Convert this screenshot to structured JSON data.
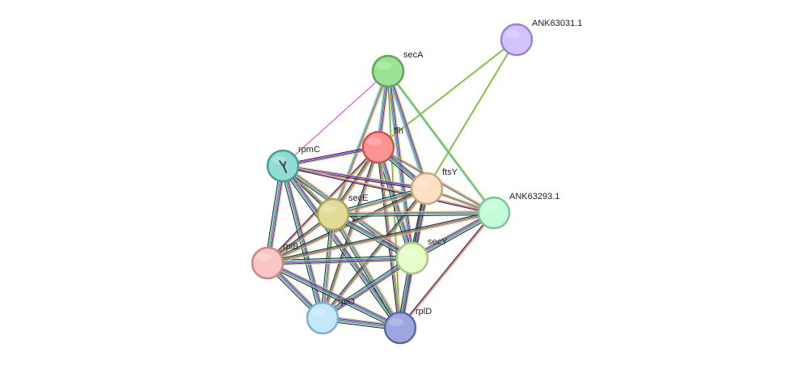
{
  "nodes": [
    {
      "id": "secA",
      "label": "secA",
      "fill": "#9be294",
      "stroke": "#5fa55a"
    },
    {
      "id": "ANK63031.1",
      "label": "ANK63031.1",
      "fill": "#d3c3fb",
      "stroke": "#9a86cf"
    },
    {
      "id": "ffh",
      "label": "ffh",
      "fill": "#fd9494",
      "stroke": "#c65656"
    },
    {
      "id": "rpmC",
      "label": "rpmC",
      "fill": "#8fdcd4",
      "stroke": "#4a9c94"
    },
    {
      "id": "ftsY",
      "label": "ftsY",
      "fill": "#fee0c4",
      "stroke": "#c8a884"
    },
    {
      "id": "secE",
      "label": "secE",
      "fill": "#e0dc97",
      "stroke": "#a8a45c"
    },
    {
      "id": "ANK63293.1",
      "label": "ANK63293.1",
      "fill": "#c2fdd8",
      "stroke": "#7fc49a"
    },
    {
      "id": "rplB",
      "label": "rplB",
      "fill": "#fac6c6",
      "stroke": "#c88888"
    },
    {
      "id": "secY",
      "label": "secY",
      "fill": "#e6fdc6",
      "stroke": "#a8c888"
    },
    {
      "id": "rplO",
      "label": "rplO",
      "fill": "#c3e8fb",
      "stroke": "#7fb0cf"
    },
    {
      "id": "rplD",
      "label": "rplD",
      "fill": "#9ea6e1",
      "stroke": "#5f67a3"
    }
  ],
  "edges": [
    {
      "source": "ANK63031.1",
      "target": "ffh",
      "colors": [
        "#d2d24a",
        "#3aa046"
      ]
    },
    {
      "source": "ANK63031.1",
      "target": "ftsY",
      "colors": [
        "#d2d24a",
        "#3aa046"
      ]
    },
    {
      "source": "secA",
      "target": "rpmC",
      "colors": [
        "#cf3ecf"
      ]
    },
    {
      "source": "secA",
      "target": "ffh",
      "colors": [
        "#d2d24a",
        "#2233dd",
        "#cf3ecf",
        "#3aa046",
        "#6bd9d9"
      ]
    },
    {
      "source": "secA",
      "target": "ftsY",
      "colors": [
        "#d2d24a",
        "#2233dd",
        "#cf3ecf",
        "#3aa046",
        "#6bd9d9"
      ]
    },
    {
      "source": "secA",
      "target": "secE",
      "colors": [
        "#d2d24a",
        "#cf3ecf",
        "#3aa046",
        "#6bd9d9"
      ]
    },
    {
      "source": "secA",
      "target": "secY",
      "colors": [
        "#d2d24a",
        "#2233dd",
        "#cf3ecf",
        "#3aa046",
        "#6bd9d9"
      ]
    },
    {
      "source": "secA",
      "target": "ANK63293.1",
      "colors": [
        "#d2d24a",
        "#3aa046",
        "#6bd9d9"
      ]
    },
    {
      "source": "secA",
      "target": "rplD",
      "colors": [
        "#d2d24a",
        "#3aa046"
      ]
    },
    {
      "source": "ffh",
      "target": "rpmC",
      "colors": [
        "#d2d24a",
        "#2233dd",
        "#cf3ecf",
        "#222222"
      ]
    },
    {
      "source": "ffh",
      "target": "ftsY",
      "colors": [
        "#d2d24a",
        "#2233dd",
        "#cf3ecf",
        "#3aa046",
        "#6bd9d9",
        "#222222"
      ]
    },
    {
      "source": "ffh",
      "target": "secE",
      "colors": [
        "#d2d24a",
        "#cf3ecf",
        "#3aa046",
        "#222222"
      ]
    },
    {
      "source": "ffh",
      "target": "secY",
      "colors": [
        "#d2d24a",
        "#2233dd",
        "#cf3ecf",
        "#3aa046",
        "#6bd9d9",
        "#222222"
      ]
    },
    {
      "source": "ffh",
      "target": "ANK63293.1",
      "colors": [
        "#d2d24a",
        "#cf3ecf",
        "#3aa046"
      ]
    },
    {
      "source": "ffh",
      "target": "rplB",
      "colors": [
        "#d2d24a",
        "#cf3ecf",
        "#222222"
      ]
    },
    {
      "source": "ffh",
      "target": "rplO",
      "colors": [
        "#d2d24a",
        "#cf3ecf",
        "#3aa046",
        "#222222"
      ]
    },
    {
      "source": "ffh",
      "target": "rplD",
      "colors": [
        "#d2d24a",
        "#cf3ecf",
        "#3aa046",
        "#222222"
      ]
    },
    {
      "source": "rpmC",
      "target": "ftsY",
      "colors": [
        "#d2d24a",
        "#2233dd",
        "#cf3ecf",
        "#222222"
      ]
    },
    {
      "source": "rpmC",
      "target": "secE",
      "colors": [
        "#d2d24a",
        "#cf3ecf",
        "#3aa046",
        "#222222"
      ]
    },
    {
      "source": "rpmC",
      "target": "secY",
      "colors": [
        "#d2d24a",
        "#cf3ecf",
        "#3aa046",
        "#6bd9d9",
        "#222222"
      ]
    },
    {
      "source": "rpmC",
      "target": "ANK63293.1",
      "colors": [
        "#d2d24a",
        "#cf3ecf",
        "#222222"
      ]
    },
    {
      "source": "rpmC",
      "target": "rplB",
      "colors": [
        "#d2d24a",
        "#2233dd",
        "#cf3ecf",
        "#3aa046",
        "#6bd9d9",
        "#222222"
      ]
    },
    {
      "source": "rpmC",
      "target": "rplO",
      "colors": [
        "#d2d24a",
        "#2233dd",
        "#cf3ecf",
        "#3aa046",
        "#6bd9d9",
        "#222222"
      ]
    },
    {
      "source": "rpmC",
      "target": "rplD",
      "colors": [
        "#d2d24a",
        "#2233dd",
        "#cf3ecf",
        "#3aa046",
        "#6bd9d9",
        "#222222"
      ]
    },
    {
      "source": "ftsY",
      "target": "secE",
      "colors": [
        "#d2d24a",
        "#cf3ecf",
        "#3aa046",
        "#6bd9d9",
        "#222222"
      ]
    },
    {
      "source": "ftsY",
      "target": "secY",
      "colors": [
        "#d2d24a",
        "#2233dd",
        "#cf3ecf",
        "#3aa046",
        "#6bd9d9",
        "#222222"
      ]
    },
    {
      "source": "ftsY",
      "target": "ANK63293.1",
      "colors": [
        "#d2d24a",
        "#cf3ecf",
        "#3aa046"
      ]
    },
    {
      "source": "ftsY",
      "target": "rplB",
      "colors": [
        "#d2d24a",
        "#cf3ecf",
        "#3aa046",
        "#222222"
      ]
    },
    {
      "source": "ftsY",
      "target": "rplO",
      "colors": [
        "#d2d24a",
        "#cf3ecf",
        "#3aa046",
        "#222222"
      ]
    },
    {
      "source": "ftsY",
      "target": "rplD",
      "colors": [
        "#d2d24a",
        "#2233dd",
        "#cf3ecf",
        "#3aa046",
        "#222222"
      ]
    },
    {
      "source": "secE",
      "target": "secY",
      "colors": [
        "#d2d24a",
        "#2233dd",
        "#cf3ecf",
        "#3aa046",
        "#6bd9d9",
        "#222222"
      ]
    },
    {
      "source": "secE",
      "target": "ANK63293.1",
      "colors": [
        "#d2d24a",
        "#cf3ecf",
        "#3aa046",
        "#6bd9d9",
        "#222222"
      ]
    },
    {
      "source": "secE",
      "target": "rplB",
      "colors": [
        "#d2d24a",
        "#cf3ecf",
        "#3aa046",
        "#222222"
      ]
    },
    {
      "source": "secE",
      "target": "rplO",
      "colors": [
        "#d2d24a",
        "#cf3ecf",
        "#3aa046",
        "#6bd9d9",
        "#222222"
      ]
    },
    {
      "source": "secE",
      "target": "rplD",
      "colors": [
        "#d2d24a",
        "#cf3ecf",
        "#3aa046",
        "#6bd9d9",
        "#222222"
      ]
    },
    {
      "source": "secY",
      "target": "ANK63293.1",
      "colors": [
        "#d2d24a",
        "#2233dd",
        "#cf3ecf",
        "#3aa046",
        "#6bd9d9",
        "#222222"
      ]
    },
    {
      "source": "secY",
      "target": "rplB",
      "colors": [
        "#d2d24a",
        "#2233dd",
        "#cf3ecf",
        "#3aa046",
        "#6bd9d9",
        "#222222"
      ]
    },
    {
      "source": "secY",
      "target": "rplO",
      "colors": [
        "#d2d24a",
        "#2233dd",
        "#cf3ecf",
        "#3aa046",
        "#6bd9d9",
        "#222222"
      ]
    },
    {
      "source": "secY",
      "target": "rplD",
      "colors": [
        "#d2d24a",
        "#2233dd",
        "#cf3ecf",
        "#3aa046",
        "#6bd9d9",
        "#222222"
      ]
    },
    {
      "source": "ANK63293.1",
      "target": "rplB",
      "colors": [
        "#d2d24a",
        "#cf3ecf",
        "#3aa046",
        "#222222"
      ]
    },
    {
      "source": "ANK63293.1",
      "target": "rplD",
      "colors": [
        "#d2d24a",
        "#cf3ecf",
        "#222222"
      ]
    },
    {
      "source": "rplB",
      "target": "rplO",
      "colors": [
        "#d2d24a",
        "#2233dd",
        "#cf3ecf",
        "#3aa046",
        "#6bd9d9",
        "#222222"
      ]
    },
    {
      "source": "rplB",
      "target": "rplD",
      "colors": [
        "#d2d24a",
        "#2233dd",
        "#cf3ecf",
        "#3aa046",
        "#6bd9d9",
        "#222222"
      ]
    },
    {
      "source": "rplO",
      "target": "rplD",
      "colors": [
        "#d2d24a",
        "#2233dd",
        "#cf3ecf",
        "#3aa046",
        "#6bd9d9",
        "#222222"
      ]
    }
  ]
}
